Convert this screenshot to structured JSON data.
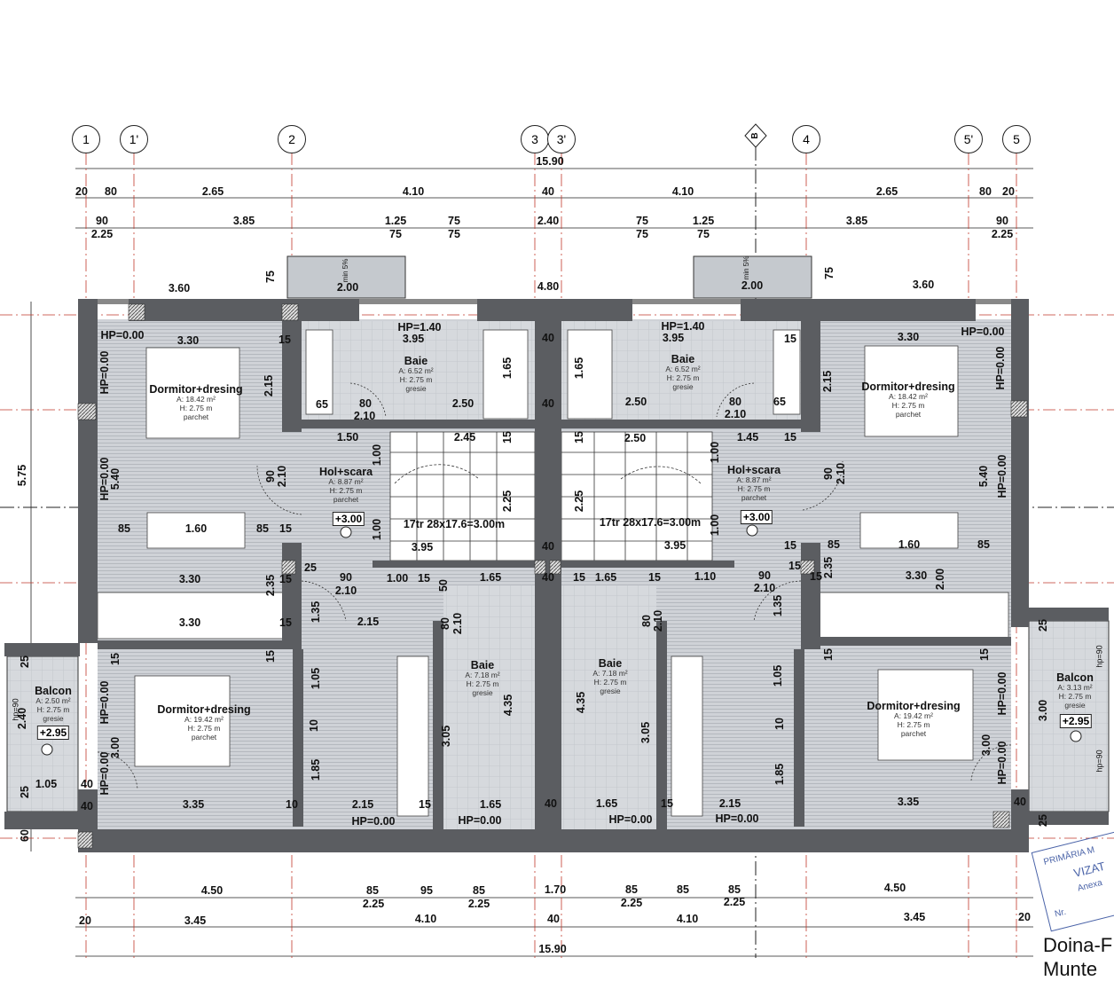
{
  "axes": [
    "1",
    "1'",
    "2",
    "3",
    "3'",
    "B",
    "4",
    "5'",
    "5"
  ],
  "rooms": {
    "bed_tl": {
      "name": "Dormitor+dresing",
      "area": "A: 18.42 m²",
      "height": "H: 2.75 m",
      "floor": "parchet"
    },
    "bath_tl": {
      "name": "Baie",
      "area": "A: 6.52 m²",
      "height": "H: 2.75 m",
      "floor": "gresie"
    },
    "bath_tr": {
      "name": "Baie",
      "area": "A: 6.52 m²",
      "height": "H: 2.75 m",
      "floor": "gresie"
    },
    "bed_tr": {
      "name": "Dormitor+dresing",
      "area": "A: 18.42 m²",
      "height": "H: 2.75 m",
      "floor": "parchet"
    },
    "hall_l": {
      "name": "Hol+scara",
      "area": "A: 8.87 m²",
      "height": "H: 2.75 m",
      "floor": "parchet",
      "level": "+3.00"
    },
    "hall_r": {
      "name": "Hol+scara",
      "area": "A: 8.87 m²",
      "height": "H: 2.75 m",
      "floor": "parchet",
      "level": "+3.00"
    },
    "bath_bl": {
      "name": "Baie",
      "area": "A: 7.18 m²",
      "height": "H: 2.75 m",
      "floor": "gresie"
    },
    "bath_br": {
      "name": "Baie",
      "area": "A: 7.18 m²",
      "height": "H: 2.75 m",
      "floor": "gresie"
    },
    "bed_bl": {
      "name": "Dormitor+dresing",
      "area": "A: 19.42 m²",
      "height": "H: 2.75 m",
      "floor": "parchet"
    },
    "bed_br": {
      "name": "Dormitor+dresing",
      "area": "A: 19.42 m²",
      "height": "H: 2.75 m",
      "floor": "parchet"
    },
    "balcon_l": {
      "name": "Balcon",
      "area": "A: 2.50 m²",
      "height": "H: 2.75 m",
      "floor": "gresie",
      "level": "+2.95",
      "hp": "hp=90"
    },
    "balcon_r": {
      "name": "Balcon",
      "area": "A: 3.13 m²",
      "height": "H: 2.75 m",
      "floor": "gresie",
      "level": "+2.95",
      "hp": "hp=90"
    }
  },
  "roof_slope": "min 5%",
  "dimensions": [
    "15.90",
    "20",
    "80",
    "2.65",
    "4.10",
    "40",
    "4.10",
    "2.65",
    "80",
    "20",
    "90",
    "2.25",
    "3.85",
    "1.25",
    "75",
    "75",
    "75",
    "2.40",
    "75",
    "75",
    "1.25",
    "75",
    "3.85",
    "90",
    "2.25",
    "75",
    "2.00",
    "2.00",
    "3.60",
    "4.80",
    "75",
    "3.60",
    "HP=0.00",
    "3.30",
    "15",
    "HP=1.40",
    "3.95",
    "HP=1.40",
    "3.95",
    "15",
    "3.30",
    "HP=0.00",
    "HP=0.00",
    "2.15",
    "1.65",
    "40",
    "1.65",
    "2.15",
    "HP=0.00",
    "65",
    "80",
    "2.10",
    "2.50",
    "40",
    "2.50",
    "80",
    "2.10",
    "65",
    "1.50",
    "2.45",
    "15",
    "15",
    "2.50",
    "1.45",
    "15",
    "1.00",
    "1.00",
    "90",
    "2.10",
    "HP=0.00",
    "5.40",
    "90",
    "2.10",
    "5.40",
    "HP=0.00",
    "2.25",
    "2.25",
    "5.75",
    "17tr 28x17.6=3.00m",
    "17tr 28x17.6=3.00m",
    "1.00",
    "1.00",
    "85",
    "1.60",
    "85",
    "15",
    "3.95",
    "40",
    "3.95",
    "15",
    "85",
    "1.60",
    "85",
    "3.30",
    "2.35",
    "15",
    "25",
    "90",
    "2.10",
    "1.00",
    "15",
    "50",
    "1.65",
    "40",
    "15",
    "1.65",
    "15",
    "1.10",
    "90",
    "2.10",
    "15",
    "15",
    "2.35",
    "3.30",
    "2.00",
    "3.30",
    "15",
    "1.35",
    "2.15",
    "80",
    "2.10",
    "80",
    "2.10",
    "1.35",
    "25",
    "15",
    "15",
    "15",
    "15",
    "25",
    "1.05",
    "1.05",
    "2.40",
    "HP=0.00",
    "4.35",
    "4.35",
    "HP=0.00",
    "3.00",
    "3.00",
    "10",
    "3.05",
    "3.05",
    "10",
    "3.00",
    "1.85",
    "1.85",
    "HP=0.00",
    "HP=0.00",
    "1.05",
    "40",
    "25",
    "40",
    "3.35",
    "10",
    "2.15",
    "15",
    "1.65",
    "40",
    "1.65",
    "15",
    "2.15",
    "3.35",
    "40",
    "25",
    "60",
    "HP=0.00",
    "HP=0.00",
    "HP=0.00",
    "HP=0.00",
    "4.50",
    "85",
    "95",
    "85",
    "1.70",
    "85",
    "85",
    "85",
    "4.50",
    "2.25",
    "2.25",
    "2.25",
    "2.25",
    "20",
    "3.45",
    "4.10",
    "40",
    "4.10",
    "3.45",
    "20",
    "15.90"
  ],
  "stamp": {
    "line1": "PRIMĂRIA M",
    "line2": "VIZAT",
    "line3": "Anexa",
    "line4": "Nr."
  },
  "signature": {
    "line1": "Doina-F",
    "line2": "Munte"
  },
  "colors": {
    "wall": "#5b5d61",
    "floor": "#c9ccd1",
    "tile": "#d3d6da",
    "line": "#222222",
    "axis_red": "#c0392b"
  }
}
